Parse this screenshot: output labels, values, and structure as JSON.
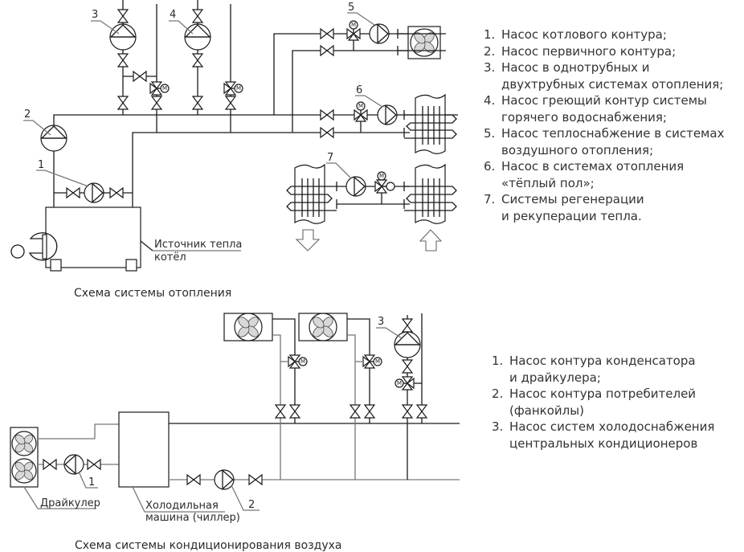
{
  "heating_scheme": {
    "caption": "Схема системы отопления",
    "boiler_label_line1": "Источник тепла",
    "boiler_label_line2": "котёл",
    "pump_numbers": [
      "1",
      "2",
      "3",
      "4",
      "5",
      "6",
      "7"
    ],
    "motor_letter": "M",
    "legend": [
      {
        "num": "1.",
        "text": "Насос котлового контура;"
      },
      {
        "num": "2.",
        "text": "Насос первичного контура;"
      },
      {
        "num": "3.",
        "text": "Насос в однотрубных и\nдвухтрубных системах отопления;"
      },
      {
        "num": "4.",
        "text": "Насос греющий контур системы\nгорячего водоснабжения;"
      },
      {
        "num": "5.",
        "text": "Насос теплоснабжение в системах\nвоздушного отопления;"
      },
      {
        "num": "6.",
        "text": "Насос в системах отопления\n«тёплый пол»;"
      },
      {
        "num": "7.",
        "text": "Системы регенерации\nи рекуперации тепла."
      }
    ]
  },
  "cooling_scheme": {
    "caption": "Схема системы кондиционирования воздуха",
    "drycooler_label": "Драйкулер",
    "chiller_label_line1": "Холодильная",
    "chiller_label_line2": "машина (чиллер)",
    "pump_numbers": [
      "1",
      "2",
      "3"
    ],
    "legend": [
      {
        "num": "1.",
        "text": "Насос контура конденсатора\nи драйкулера;"
      },
      {
        "num": "2.",
        "text": "Насос контура потребителей\n(фанкойлы)"
      },
      {
        "num": "3.",
        "text": "Насос систем холодоснабжения\nцентральных кондиционеров"
      }
    ]
  }
}
